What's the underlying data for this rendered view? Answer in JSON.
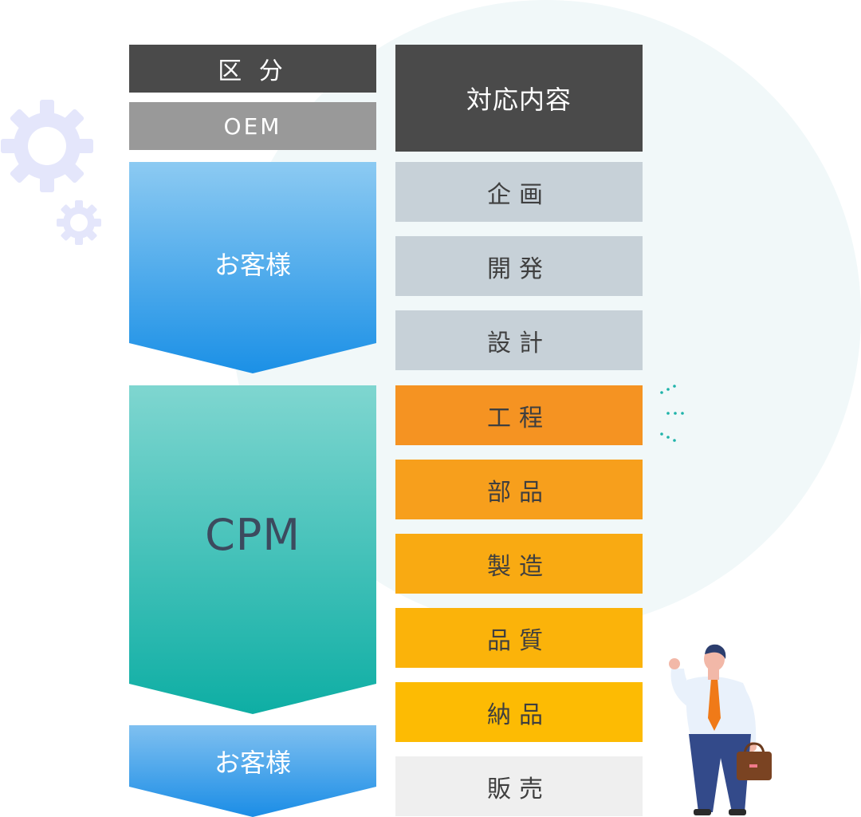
{
  "header": {
    "category_label": "区 分",
    "content_label": "対応内容"
  },
  "oem_label": "OEM",
  "arrows": {
    "customer_top": "お客様",
    "cpm": "CPM",
    "customer_bottom": "お客様"
  },
  "steps": [
    {
      "label": "企画",
      "style": "gray"
    },
    {
      "label": "開発",
      "style": "gray"
    },
    {
      "label": "設計",
      "style": "gray"
    },
    {
      "label": "工程",
      "style": "orange1"
    },
    {
      "label": "部品",
      "style": "orange2"
    },
    {
      "label": "製造",
      "style": "orange3"
    },
    {
      "label": "品質",
      "style": "orange4"
    },
    {
      "label": "納品",
      "style": "orange5"
    },
    {
      "label": "販売",
      "style": "light"
    }
  ],
  "colors": {
    "header_bg": "#4a4a4a",
    "oem_bg": "#999999",
    "customer_gradient": [
      "#8ccaf2",
      "#1b90e6"
    ],
    "cpm_gradient": [
      "#7fd6d0",
      "#0eaea4"
    ],
    "accent_teal": "#1fb3aa",
    "gear": "#e4e6fb"
  },
  "icons": {
    "gears": "gear-icon",
    "person": "businessman-illustration",
    "dots": "speech-dots-icon"
  }
}
